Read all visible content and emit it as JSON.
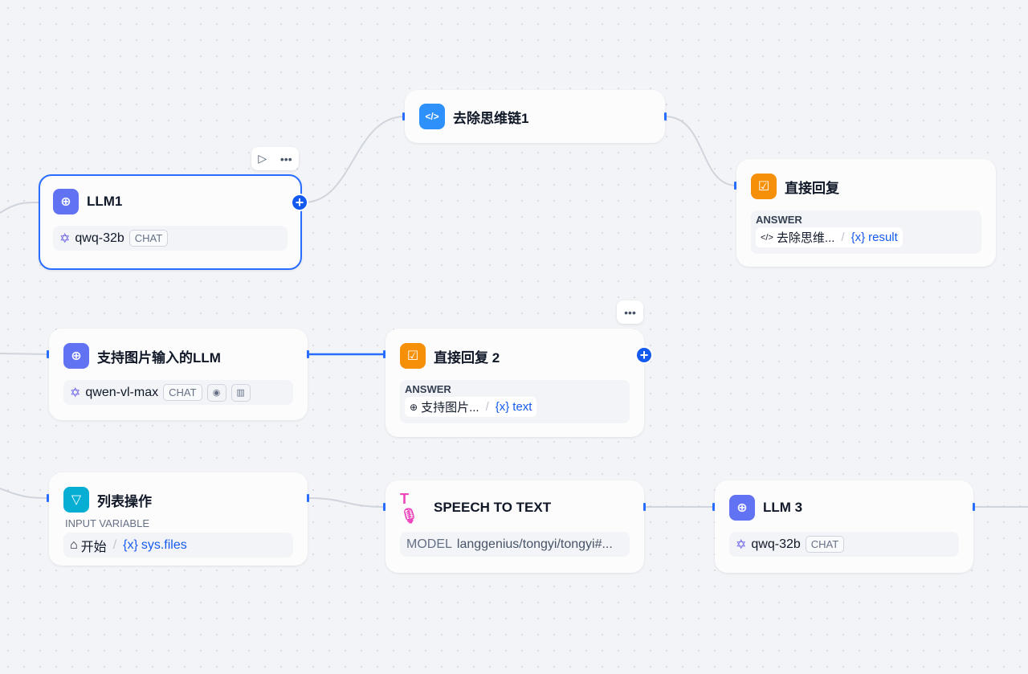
{
  "nodes": {
    "llm1": {
      "title": "LLM1",
      "model": "qwq-32b",
      "mode": "CHAT"
    },
    "strip_cot": {
      "title": "去除思维链1"
    },
    "reply1": {
      "title": "直接回复",
      "answer_label": "ANSWER",
      "source": "去除思维...",
      "variable": "result"
    },
    "vision_llm": {
      "title": "支持图片输入的LLM",
      "model": "qwen-vl-max",
      "mode": "CHAT"
    },
    "reply2": {
      "title": "直接回复 2",
      "answer_label": "ANSWER",
      "source": "支持图片...",
      "variable": "text"
    },
    "list_op": {
      "title": "列表操作",
      "input_label": "INPUT VARIABLE",
      "source": "开始",
      "variable": "sys.files"
    },
    "stt": {
      "title": "SPEECH TO TEXT",
      "model_label": "MODEL",
      "model": "langgenius/tongyi/tongyi#..."
    },
    "llm3": {
      "title": "LLM 3",
      "model": "qwq-32b",
      "mode": "CHAT"
    }
  },
  "colors": {
    "accent": "#296dff",
    "llm": "#6172f3",
    "code": "#2e90fa",
    "reply": "#f79009",
    "list": "#06aed4",
    "stt": "#ee46bc"
  }
}
